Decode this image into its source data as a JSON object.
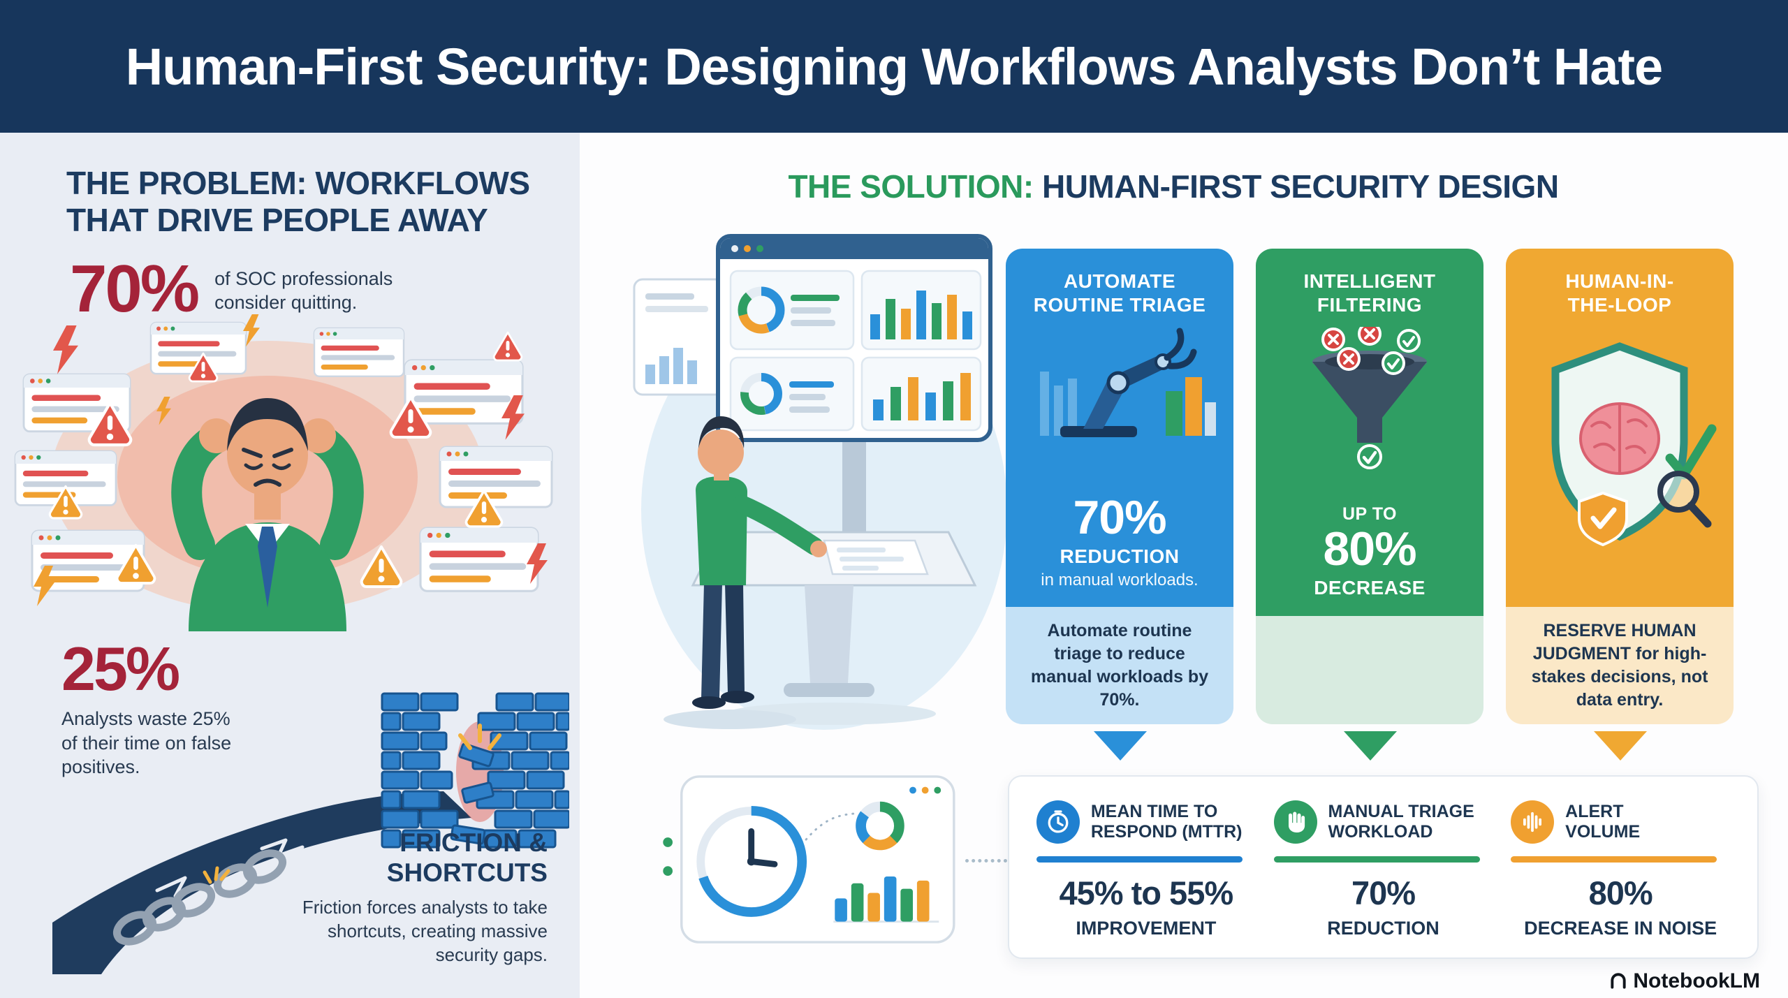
{
  "colors": {
    "header_bg": "#17365c",
    "panel_bg": "#e9edf4",
    "navy": "#1c3b60",
    "red": "#a42339",
    "green": "#2a9a5c",
    "blue": "#2a90d9",
    "card_green": "#2f9e63",
    "orange": "#f0a832",
    "metric_blue": "#1f80d0",
    "metric_orange": "#f0a030"
  },
  "header": {
    "title": "Human-First Security: Designing Workflows Analysts Don’t Hate"
  },
  "problem": {
    "title_prefix": "THE PROBLEM:",
    "title_line1_rest": " WORKFLOWS",
    "title_line2": "THAT DRIVE PEOPLE AWAY",
    "stat_quit": {
      "value": "70%",
      "desc": "of SOC professionals consider quitting."
    },
    "stat_false_positives": {
      "value": "25%",
      "desc": "Analysts waste 25% of their time on false positives."
    },
    "friction": {
      "title_line1": "FRICTION &",
      "title_line2": "SHORTCUTS",
      "desc": "Friction forces analysts to take shortcuts, creating massive security gaps."
    }
  },
  "solution": {
    "title_prefix": "THE SOLUTION:",
    "title_rest": " HUMAN-FIRST SECURITY DESIGN",
    "cards": [
      {
        "illustration": "robot-arm",
        "title_line1": "AUTOMATE",
        "title_line2": "ROUTINE TRIAGE",
        "stat_value": "70%",
        "stat_label": "REDUCTION",
        "stat_sub": "in manual workloads.",
        "note": "Automate routine triage to reduce manual workloads by 70%."
      },
      {
        "illustration": "filter-funnel",
        "title_line1": "INTELLIGENT",
        "title_line2": "FILTERING",
        "stat_pre": "UP TO",
        "stat_value": "80%",
        "stat_label": "DECREASE",
        "note": ""
      },
      {
        "illustration": "shield-brain",
        "title_line1": "HUMAN-IN-",
        "title_line2": "THE-LOOP",
        "note_bold": "RESERVE HUMAN JUDGMENT",
        "note_rest": " for high-stakes decisions, not data entry."
      }
    ]
  },
  "metrics": [
    {
      "icon": "clock-icon",
      "label": "MEAN TIME TO RESPOND (MTTR)",
      "value": "45% to 55%",
      "sub": "IMPROVEMENT"
    },
    {
      "icon": "hand-icon",
      "label": "MANUAL TRIAGE WORKLOAD",
      "value": "70%",
      "sub": "REDUCTION"
    },
    {
      "icon": "waveform-icon",
      "label": "ALERT VOLUME",
      "value": "80%",
      "sub": "DECREASE IN NOISE"
    }
  ],
  "footer": {
    "brand": "NotebookLM"
  }
}
